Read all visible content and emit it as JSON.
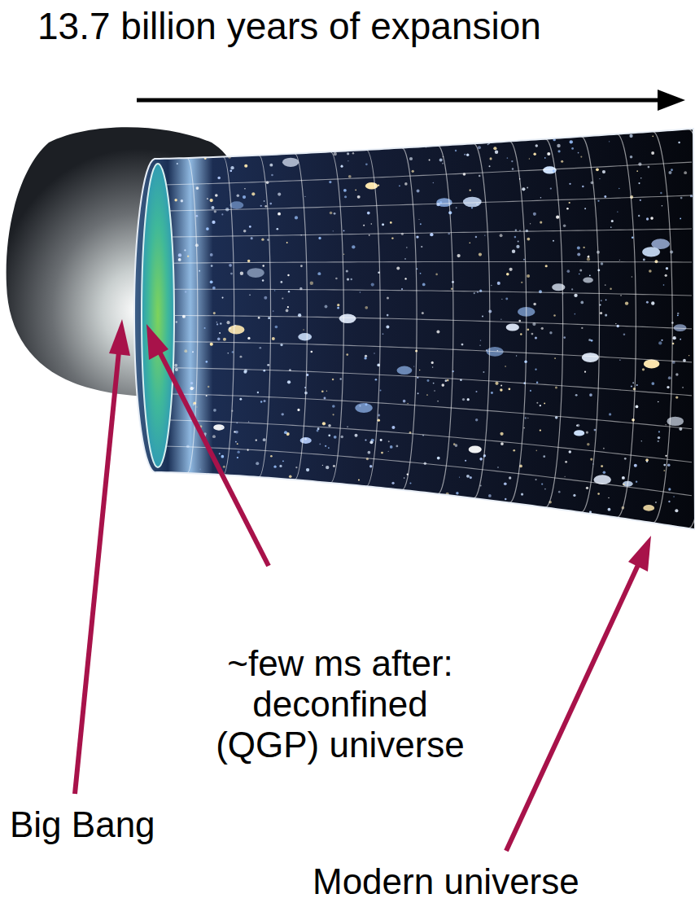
{
  "diagram": {
    "labels": [
      "13.7 billion years of expansion",
      "~few ms after: deconfined (QGP) universe",
      "Big Bang",
      "Modern universe"
    ]
  }
}
